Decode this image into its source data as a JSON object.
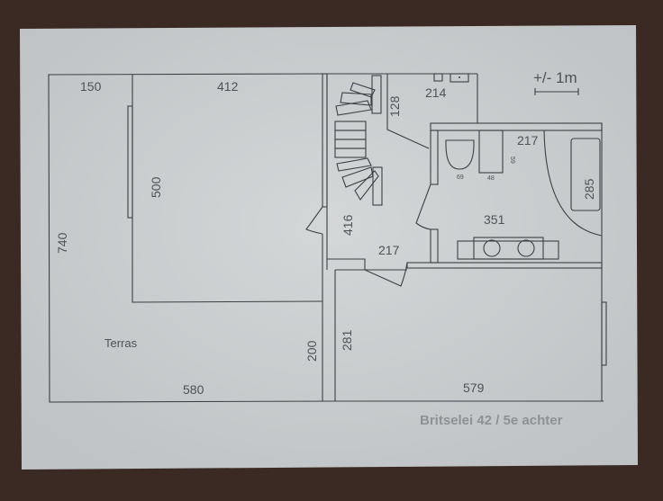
{
  "plan": {
    "scale_label": "+/- 1m",
    "title": "Britselei 42 / 5e achter",
    "labels": {
      "terrace": "Terras",
      "terrace_width_top": "150",
      "room_width": "412",
      "room_depth": "500",
      "total_depth": "740",
      "terrace_width_bottom": "580",
      "terrace_step": "200",
      "hall_depth": "416",
      "hall_width": "217",
      "stair_dim": "128",
      "toilet_width": "214",
      "bath_width": "217",
      "bath_depth": "351",
      "bathtub_length": "285",
      "toilet_size": "69",
      "cabinet_width": "48",
      "cabinet_depth": "59",
      "bedroom_depth": "281",
      "bedroom_width": "579"
    }
  },
  "colors": {
    "background": "#3b2a23",
    "paper": "#cfd2d3",
    "line": "#3c4044",
    "text": "#4e5256"
  }
}
